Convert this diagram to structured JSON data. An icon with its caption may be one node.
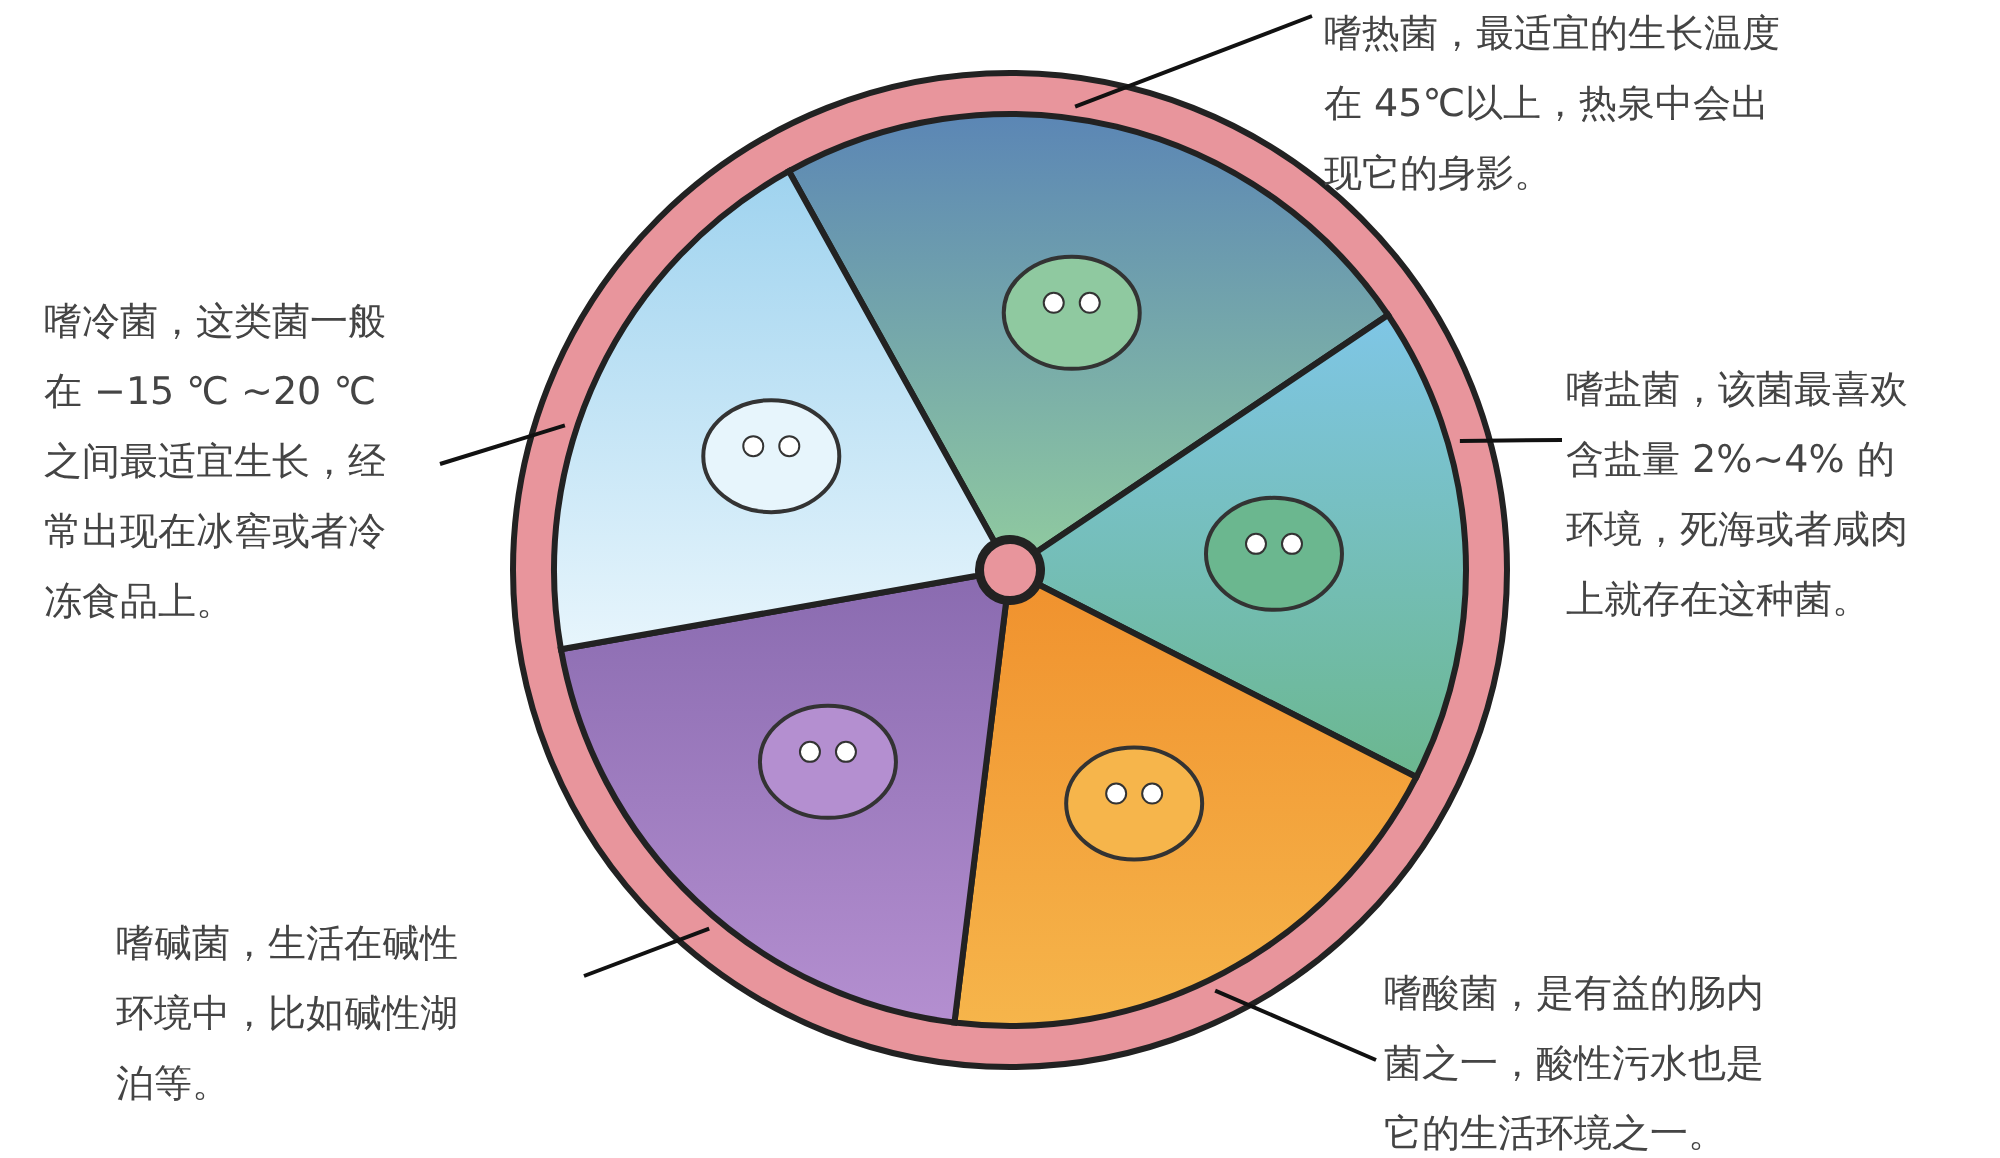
{
  "diagram": {
    "nodes": [
      {
        "text": [],
        "shape": "circle"
      },
      {
        "text": [],
        "shape": "picture",
        "in": 0
      },
      {
        "text": [],
        "shape": "picture",
        "in": 0
      },
      {
        "text": [],
        "shape": "picture",
        "in": 0
      },
      {
        "text": [],
        "shape": "picture",
        "in": 0
      },
      {
        "text": [],
        "shape": "picture",
        "in": 0
      },
      {
        "text": [
          "嗜热菌，最适宜的生长温度在 45℃以上，热泉中会出现它的身影。"
        ]
      },
      {
        "text": [
          "嗜冷菌，这类菌一般在 −15 ℃ ~20 ℃之间最适宜生长，经常出现在冰窖或者冷冻食品上。"
        ]
      },
      {
        "text": [
          "嗜盐菌，该菌最喜欢含盐量 2%~4% 的环境，死海或者咸肉上就存在这种菌。"
        ]
      },
      {
        "text": [
          "嗜碱菌，生活在碱性环境中，比如碱性湖泊等。"
        ]
      },
      {
        "text": [
          "嗜酸菌，是有益的肠内菌之一，酸性污水也是它的生活环境之一。"
        ]
      }
    ],
    "edges": [
      {
        "from": 6,
        "to": 1,
        "arrow": "none"
      },
      {
        "from": 7,
        "to": 5,
        "arrow": "none"
      },
      {
        "from": 8,
        "to": 2,
        "arrow": "none"
      },
      {
        "from": 9,
        "to": 4,
        "arrow": "none"
      },
      {
        "from": 10,
        "to": 3,
        "arrow": "none"
      }
    ]
  }
}
